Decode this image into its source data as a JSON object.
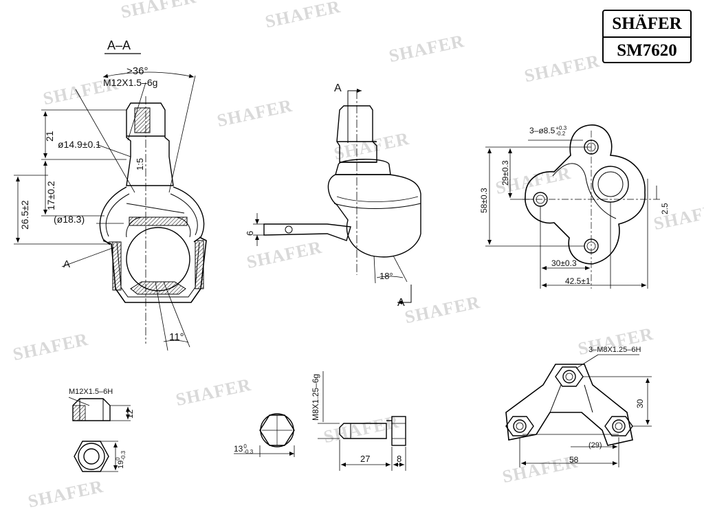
{
  "brand": {
    "name": "SHÄFER",
    "part_number": "SM7620"
  },
  "watermark": "SHAFER",
  "section": {
    "title": "A–A",
    "label": "A",
    "angle_top": ">36°",
    "angle_bottom": "11°"
  },
  "stud": {
    "thread": "M12X1.5–6g",
    "d1": "ø14.9±0.1",
    "d2": "(ø18.3)",
    "taper": "1:5",
    "h1": "21",
    "h2": "17±0.2",
    "h3": "26.5±2"
  },
  "side_view": {
    "arrow_label": "A",
    "thickness": "6",
    "angle": "18°"
  },
  "flange": {
    "holes": "3–ø8.5",
    "hole_tol_upper": "+0.3",
    "hole_tol_lower": "-0.2",
    "height": "58±0.3",
    "offset_v": "29±0.3",
    "offset_h": "30±0.3",
    "width": "42.5±1",
    "gap": "2.5"
  },
  "nut": {
    "thread": "M12X1.5–6H",
    "height": "12",
    "across_flats": "19",
    "tol_upper": "0",
    "tol_lower": "-0.3"
  },
  "bolt": {
    "thread": "M8X1.25–6g",
    "head": "13",
    "tol_upper": "0",
    "tol_lower": "-0.3",
    "length": "27",
    "head_height": "8"
  },
  "bracket": {
    "holes": "3–M8X1.25–6H",
    "height": "30",
    "width": "58",
    "spacing": "(29)"
  }
}
